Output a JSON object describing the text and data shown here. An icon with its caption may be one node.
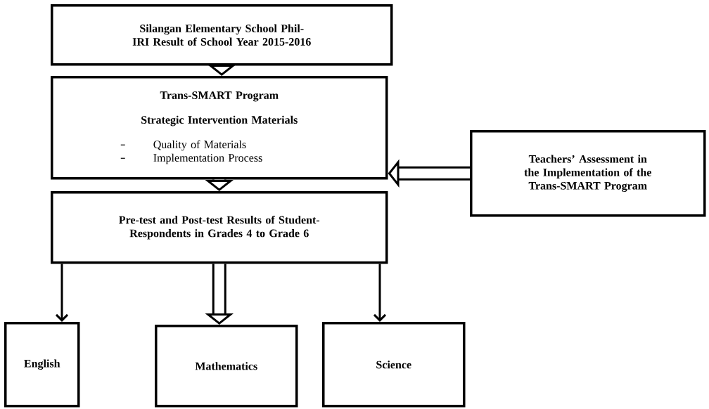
{
  "diagram": {
    "nodes": [
      {
        "text": [
          "Silangan Elementary School Phil-IRI Result of School Year 2015-2016"
        ]
      },
      {
        "text": [
          "Trans-SMART Program",
          "Strategic Intervention Materials",
          "Quality of Materials",
          "Implementation Process"
        ]
      },
      {
        "text": [
          "Teachers’ Assessment in the Implementation of the Trans-SMART Program"
        ]
      },
      {
        "text": [
          "Pre-test and Post-test Results of Student-Respondents in Grades 4 to Grade 6"
        ]
      },
      {
        "text": [
          "English"
        ]
      },
      {
        "text": [
          "Mathematics"
        ]
      },
      {
        "text": [
          "Science"
        ]
      }
    ],
    "edges": [
      {
        "from": 0,
        "to": 1,
        "arrow": "to"
      },
      {
        "from": 2,
        "to": 1,
        "arrow": "to"
      },
      {
        "from": 1,
        "to": 3,
        "arrow": "to"
      },
      {
        "from": 3,
        "to": 4,
        "arrow": "to"
      },
      {
        "from": 3,
        "to": 5,
        "arrow": "to"
      },
      {
        "from": 3,
        "to": 6,
        "arrow": "to"
      }
    ]
  }
}
